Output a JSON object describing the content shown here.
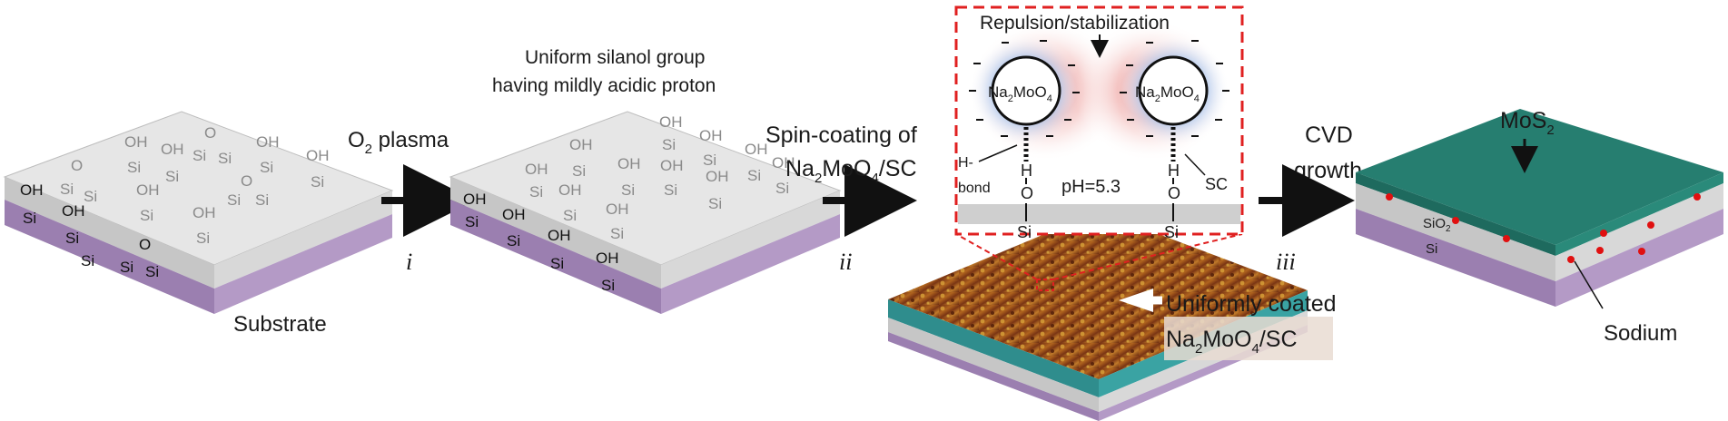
{
  "panels": {
    "substrate": {
      "label": "Substrate",
      "step_text": "O",
      "step_sub": "2",
      "step_rest": " plasma"
    },
    "silanol": {
      "line1": "Uniform silanol group",
      "line2": "having mildly acidic proton"
    },
    "spin": {
      "line1": "Spin-coating of",
      "reagent_a": "Na",
      "reagent_a_sub": "2",
      "reagent_b": "MoO",
      "reagent_b_sub": "4",
      "reagent_c": "/SC"
    },
    "inset": {
      "title": "Repulsion/stabilization",
      "molecule_a": "Na",
      "molecule_a_sub": "2",
      "molecule_b": "MoO",
      "molecule_b_sub": "4",
      "hbond_line1": "H-",
      "hbond_line2": "bond",
      "ph": "pH=5.3",
      "sc": "SC",
      "o": "O",
      "h": "H",
      "si": "Si"
    },
    "coated": {
      "line1": "Uniformly coated",
      "reagent_a": "Na",
      "reagent_a_sub": "2",
      "reagent_b": "MoO",
      "reagent_b_sub": "4",
      "reagent_c": "/SC"
    },
    "cvd": {
      "line1": "CVD",
      "line2": "growth"
    },
    "final": {
      "product": "MoS",
      "product_sub": "2",
      "oxide": "SiO",
      "oxide_sub": "2",
      "si": "Si",
      "sodium": "Sodium"
    }
  },
  "steps": [
    "i",
    "ii",
    "iii"
  ],
  "groups": {
    "si": "Si",
    "oh": "OH",
    "o": "O"
  },
  "colors": {
    "slab_top": "#e6e6e6",
    "slab_side": "#c8c8c8",
    "purple": "#a98bbb",
    "teal": "#2a8a78",
    "red_dash": "#e02020",
    "sodium": "#e01010",
    "blue_glow": "#a9c6ee",
    "red_glow": "#f2b7b5",
    "film": "#8a3a1a"
  }
}
